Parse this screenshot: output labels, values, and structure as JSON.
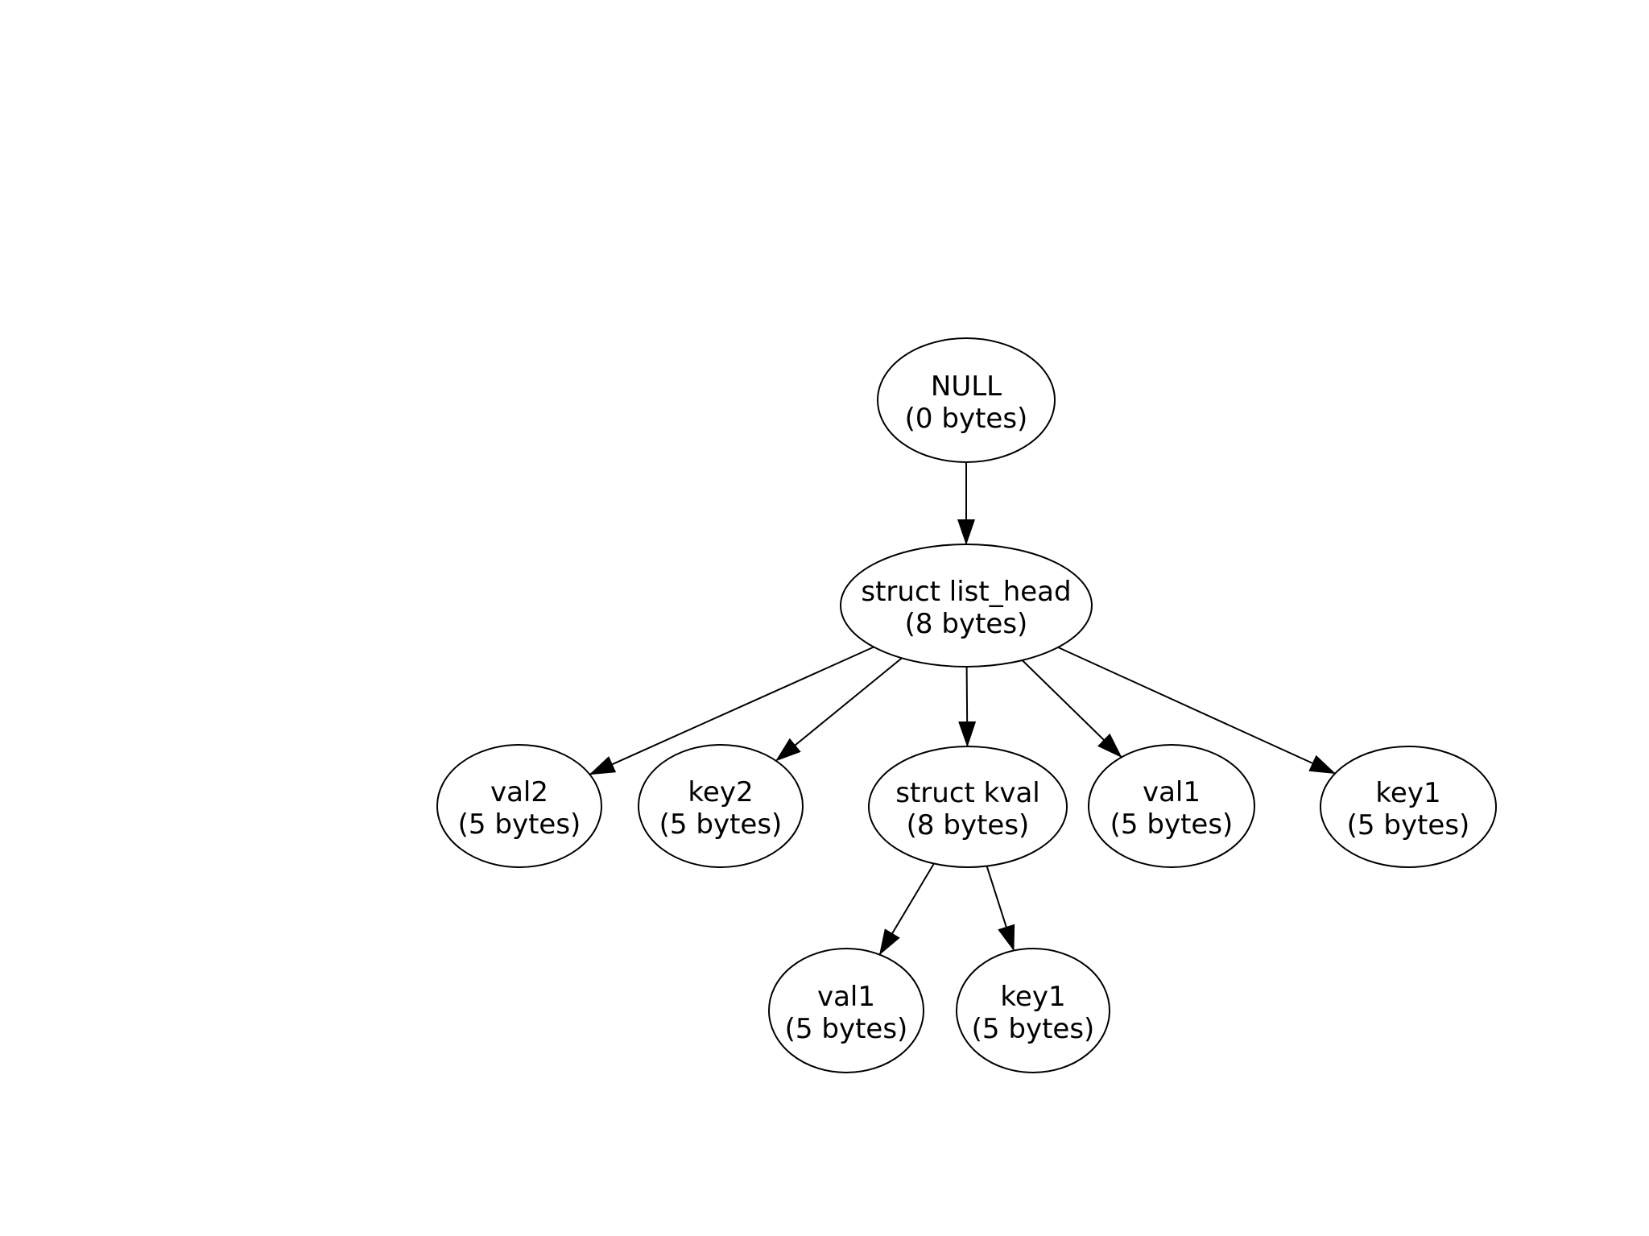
{
  "diagram": {
    "type": "directed-graph",
    "background_color": "#ffffff",
    "stroke_color": "#000000",
    "text_color": "#000000",
    "arrow_style": "filled-triangle",
    "nodes": [
      {
        "id": "null_node",
        "label_line1": "NULL",
        "label_line2": "(0 bytes)"
      },
      {
        "id": "list_head",
        "label_line1": "struct list_head",
        "label_line2": "(8 bytes)"
      },
      {
        "id": "val2",
        "label_line1": "val2",
        "label_line2": "(5 bytes)"
      },
      {
        "id": "key2",
        "label_line1": "key2",
        "label_line2": "(5 bytes)"
      },
      {
        "id": "kval",
        "label_line1": "struct kval",
        "label_line2": "(8 bytes)"
      },
      {
        "id": "val1_mid",
        "label_line1": "val1",
        "label_line2": "(5 bytes)"
      },
      {
        "id": "key1_mid",
        "label_line1": "key1",
        "label_line2": "(5 bytes)"
      },
      {
        "id": "val1_leaf",
        "label_line1": "val1",
        "label_line2": "(5 bytes)"
      },
      {
        "id": "key1_leaf",
        "label_line1": "key1",
        "label_line2": "(5 bytes)"
      }
    ],
    "edges": [
      {
        "from": "null_node",
        "to": "list_head"
      },
      {
        "from": "list_head",
        "to": "val2"
      },
      {
        "from": "list_head",
        "to": "key2"
      },
      {
        "from": "list_head",
        "to": "kval"
      },
      {
        "from": "list_head",
        "to": "val1_mid"
      },
      {
        "from": "list_head",
        "to": "key1_mid"
      },
      {
        "from": "kval",
        "to": "val1_leaf"
      },
      {
        "from": "kval",
        "to": "key1_leaf"
      }
    ]
  }
}
